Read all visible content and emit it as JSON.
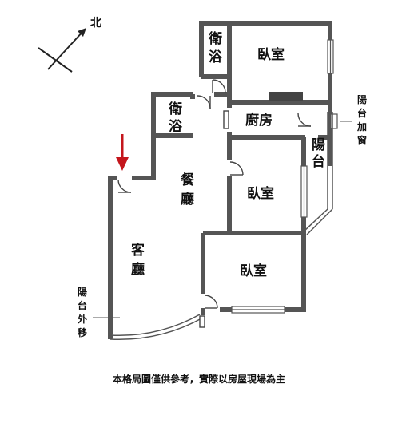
{
  "rooms": {
    "bath_top": [
      "衛",
      "浴"
    ],
    "bedroom_top": "臥室",
    "bath_left": [
      "衛",
      "浴"
    ],
    "kitchen": "廚房",
    "balcony": [
      "陽",
      "台"
    ],
    "balcony_window": [
      "陽",
      "台",
      "加",
      "窗"
    ],
    "dining": [
      "餐",
      "廳"
    ],
    "bedroom_mid": "臥室",
    "living": [
      "客",
      "廳"
    ],
    "bedroom_bottom": "臥室",
    "balcony_moved": [
      "陽",
      "台",
      "外",
      "移"
    ]
  },
  "compass": {
    "north": "北"
  },
  "footer": {
    "disclaimer": "本格局圖僅供參考，實際以房屋現場為主"
  },
  "colors": {
    "wall": "#555555",
    "entrance_arrow": "#c4161c"
  }
}
